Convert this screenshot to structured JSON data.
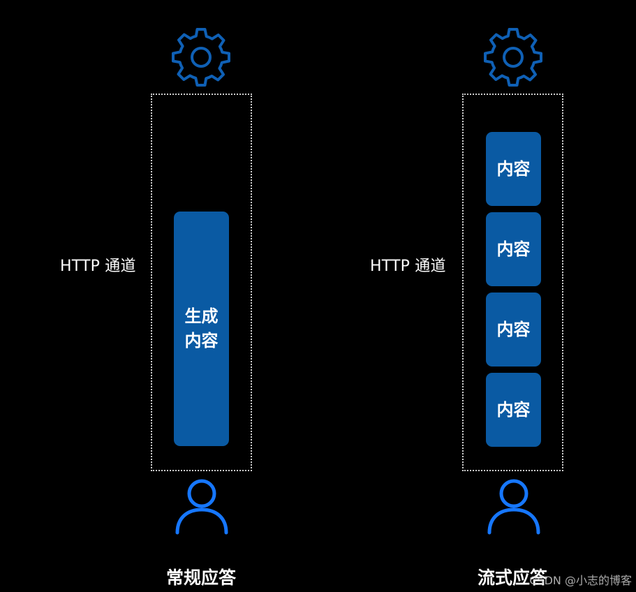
{
  "colors": {
    "background": "#000000",
    "block_fill": "#0a5aa3",
    "gear_stroke": "#0f60b5",
    "user_stroke": "#1677ff",
    "channel_border": "#cfcfcf"
  },
  "left_panel": {
    "gear_icon": "gear-icon",
    "channel_label": "HTTP 通道",
    "block_text": "生成\n内容",
    "user_icon": "user-icon",
    "caption": "常规应答"
  },
  "right_panel": {
    "gear_icon": "gear-icon",
    "channel_label": "HTTP 通道",
    "blocks": [
      "内容",
      "内容",
      "内容",
      "内容"
    ],
    "user_icon": "user-icon",
    "caption": "流式应答"
  },
  "watermark": "CSDN @小志的博客"
}
